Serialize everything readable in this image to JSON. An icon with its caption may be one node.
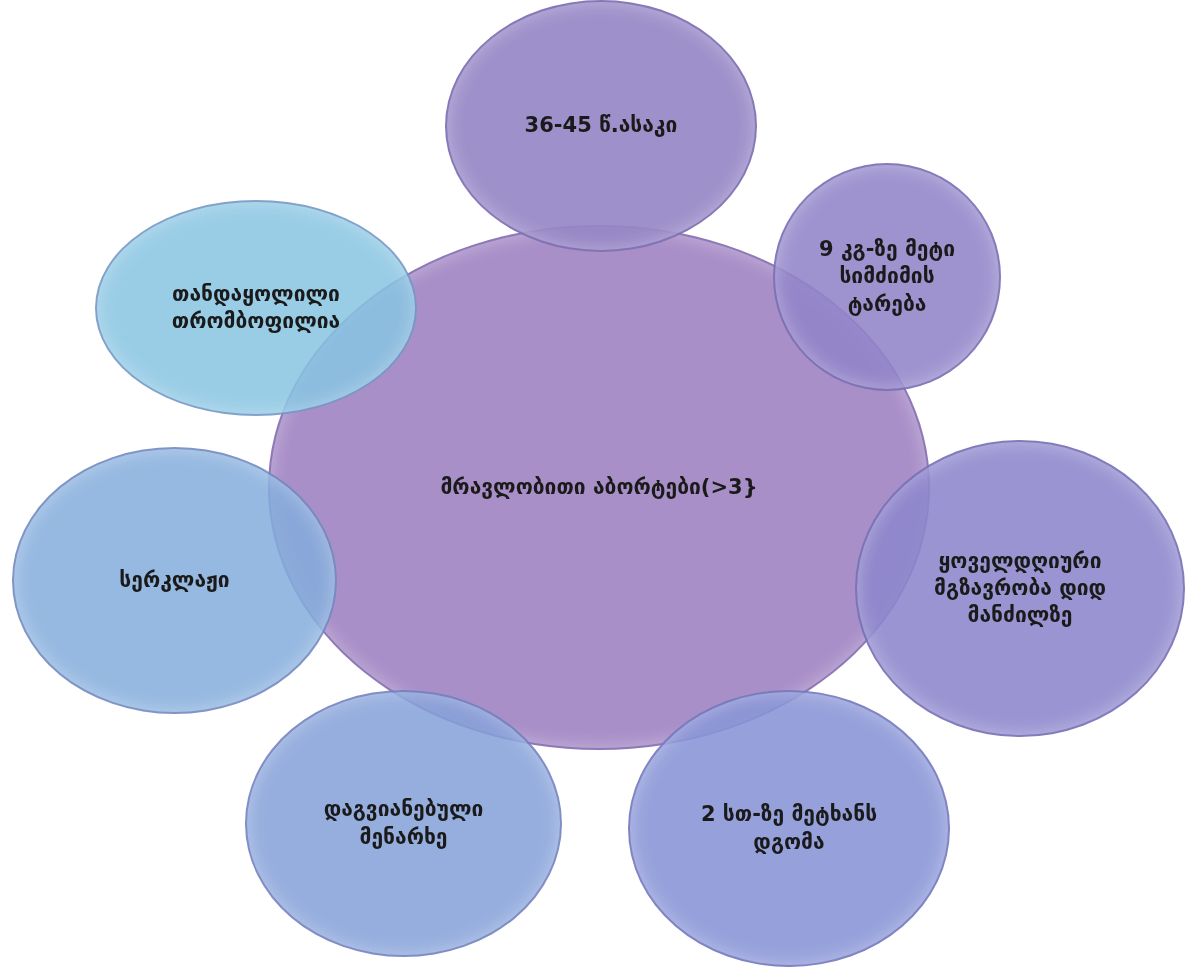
{
  "diagram": {
    "nodes": [
      {
        "text": [
          "36-45 წ.ასაკი"
        ]
      },
      {
        "text": [
          "თანდაყოლილი თრომბოფილია"
        ]
      },
      {
        "text": [
          "9 კგ-ზე მეტი სიმძიმის ტარება"
        ]
      },
      {
        "text": [
          "მრავლობითი აბორტები(>3}"
        ]
      },
      {
        "text": [
          "სერკლაჟი"
        ]
      },
      {
        "text": [
          "ყოველდღიური მგზავრობა დიდ მანძილზე"
        ]
      },
      {
        "text": [
          "დაგვიანებული მენარხე"
        ]
      },
      {
        "text": [
          "2 სთ-ზე მეტხანს დგომა"
        ]
      }
    ],
    "edges": []
  }
}
